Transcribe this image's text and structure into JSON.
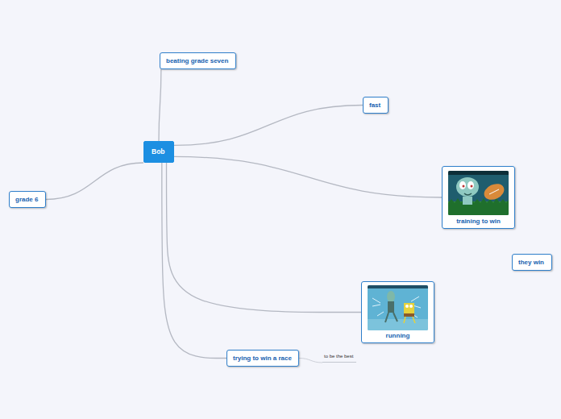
{
  "diagram": {
    "nodes": [
      {
        "text": [
          "beating grade seven"
        ]
      },
      {
        "text": [
          "fast"
        ]
      },
      {
        "text": [
          "Bob"
        ]
      },
      {
        "text": [
          "training to win"
        ]
      },
      {
        "text": [
          "grade 6"
        ]
      },
      {
        "text": [
          "they win"
        ]
      },
      {
        "text": [
          "running"
        ]
      },
      {
        "text": [
          "trying to win a race"
        ]
      },
      {
        "text": [
          "to be the best"
        ]
      }
    ],
    "edges": [
      {
        "from": 2,
        "to": 0,
        "arrow": "none"
      },
      {
        "from": 2,
        "to": 1,
        "arrow": "none"
      },
      {
        "from": 2,
        "to": 3,
        "arrow": "none"
      },
      {
        "from": 2,
        "to": 4,
        "arrow": "none"
      },
      {
        "from": 2,
        "to": 6,
        "arrow": "none"
      },
      {
        "from": 2,
        "to": 7,
        "arrow": "none"
      },
      {
        "from": 7,
        "to": 8,
        "arrow": "none"
      }
    ]
  }
}
